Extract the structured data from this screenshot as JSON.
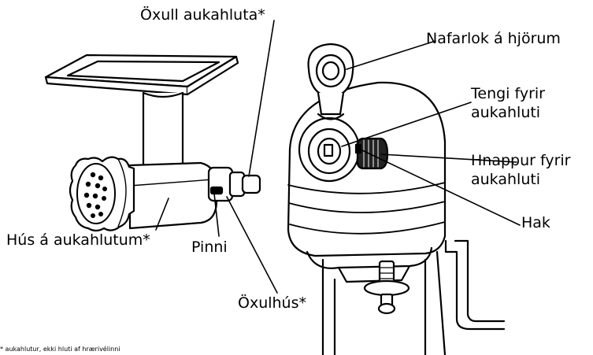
{
  "labels": {
    "axle_accessory": "Öxull aukahluta*",
    "hinged_hub_cover": "Nafarlok á hjörum",
    "accessory_socket_line1": "Tengi fyrir",
    "accessory_socket_line2": "aukahluti",
    "accessory_knob_line1": "Hnappur fyrir",
    "accessory_knob_line2": "aukahluti",
    "notch": "Hak",
    "accessory_housing": "Hús á aukahlutum*",
    "pin": "Pinni",
    "axle_housing": "Öxulhús*"
  },
  "footnote": "* aukahlutur, ekki hluti af hrærivélinni",
  "colors": {
    "line": "#000000",
    "background": "#ffffff"
  }
}
